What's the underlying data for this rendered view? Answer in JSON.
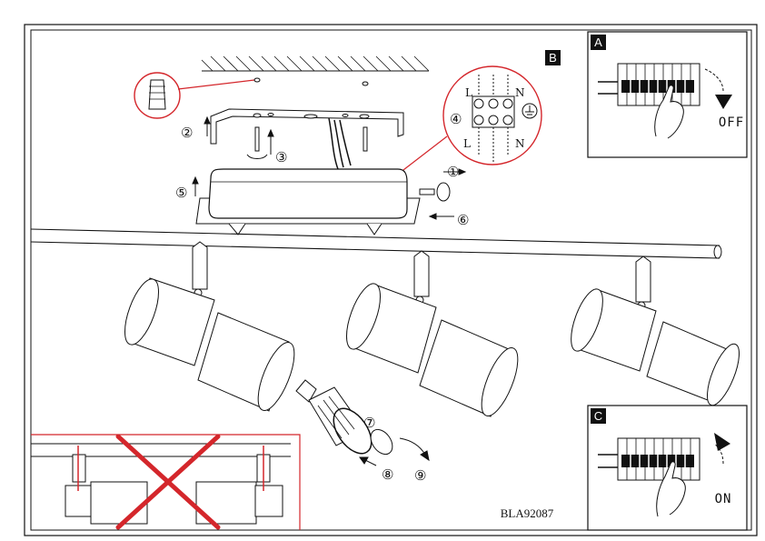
{
  "panels": {
    "main_label": "B",
    "off_label": "A",
    "on_label": "C"
  },
  "switch_text": {
    "off": "OFF",
    "on": "ON"
  },
  "terminal": {
    "live": "L",
    "neutral": "N",
    "live_bottom": "L",
    "neutral_bottom": "N"
  },
  "steps": {
    "s1": "①",
    "s2": "②",
    "s3": "③",
    "s4": "④",
    "s5": "⑤",
    "s6": "⑥",
    "s7": "⑦",
    "s8": "⑧",
    "s9": "⑨"
  },
  "product_code": "BLA92087",
  "colors": {
    "accent": "#d4262b",
    "ink": "#111111",
    "badge": "#111111"
  },
  "icons": {
    "earth": "ground-symbol-icon",
    "wrong": "red-cross-icon",
    "rotate": "rotate-arrow-icon"
  }
}
